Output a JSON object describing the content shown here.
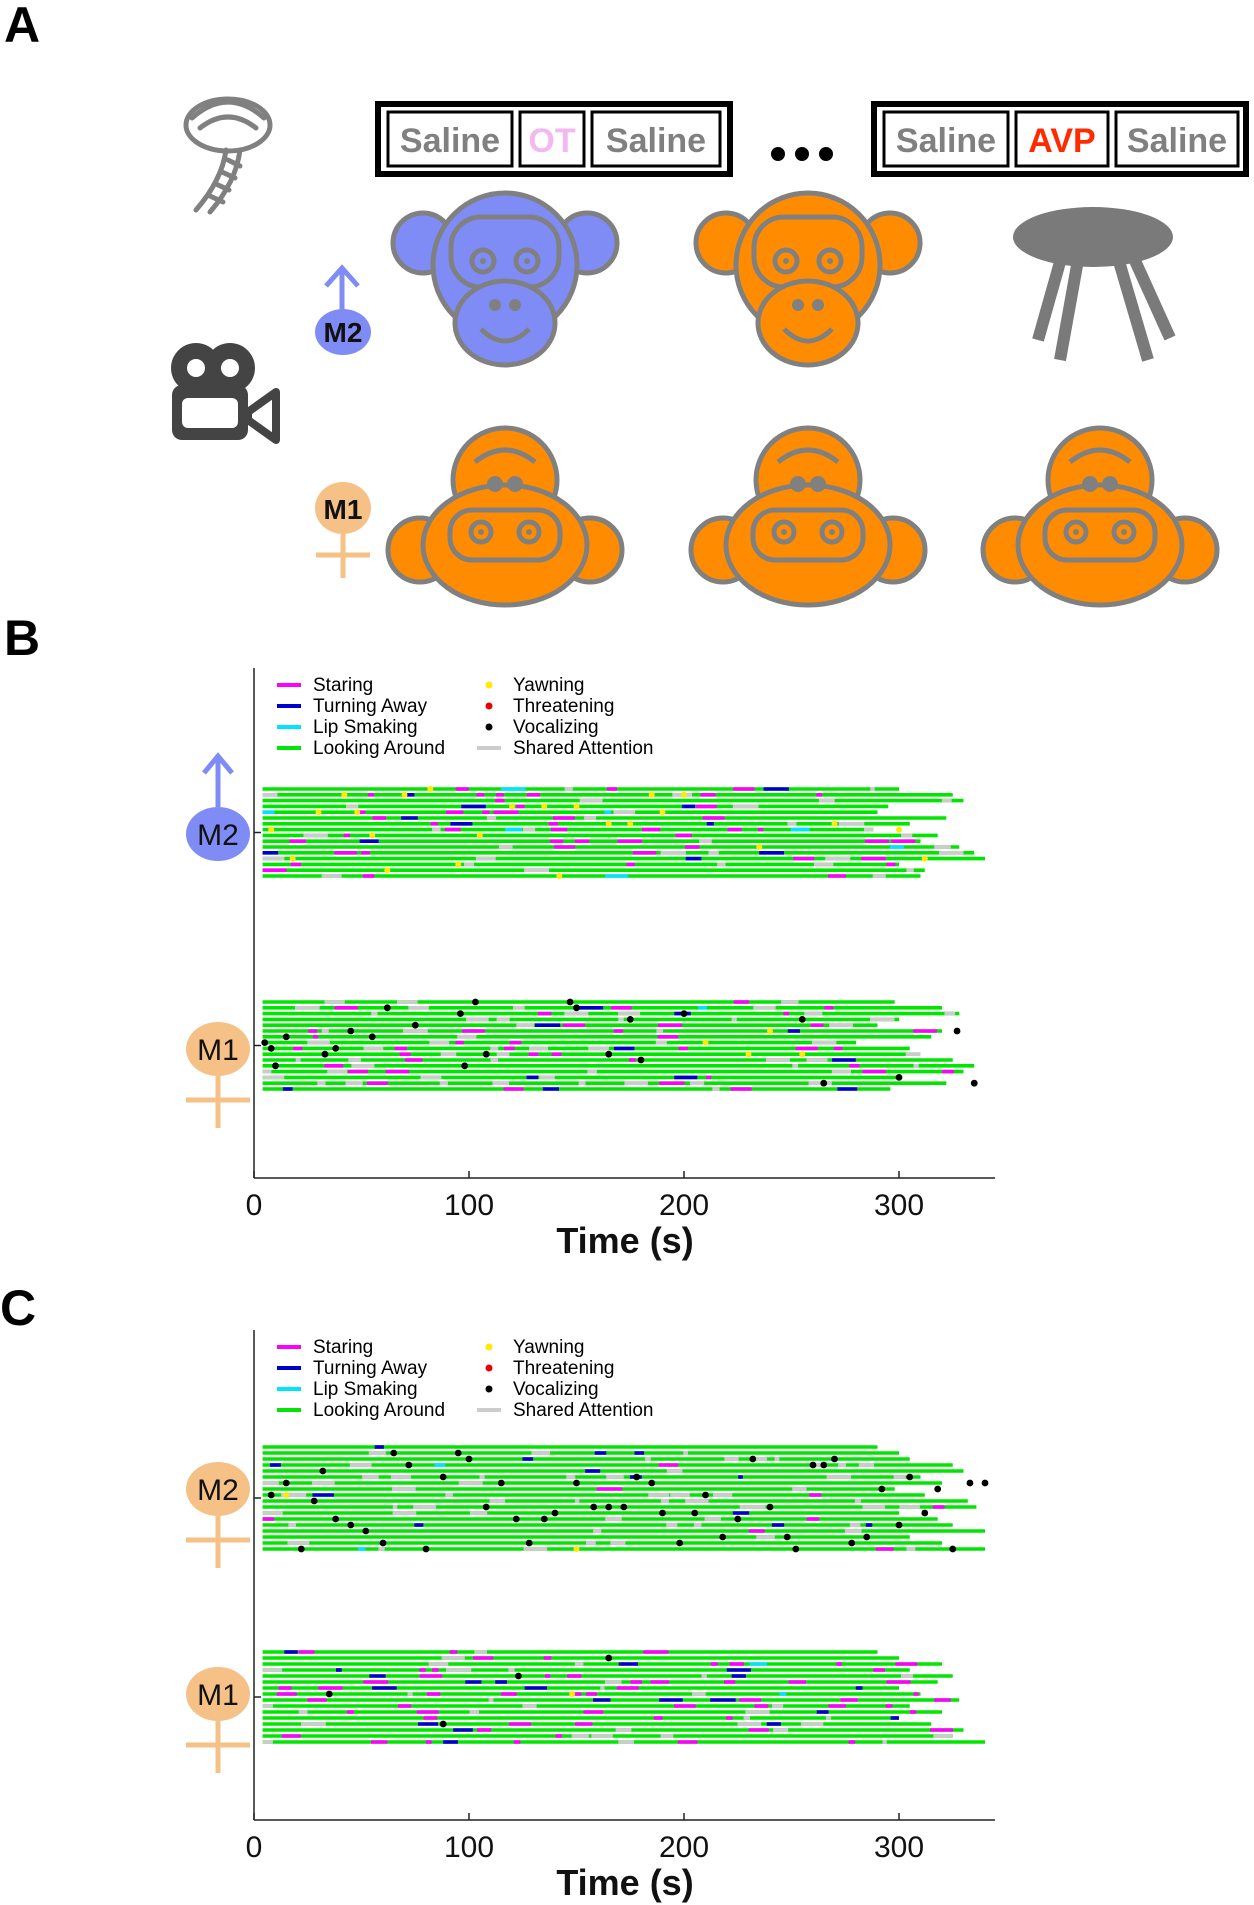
{
  "panel_labels": [
    "A",
    "B",
    "C"
  ],
  "panel_a": {
    "box1": [
      "Saline",
      "OT",
      "Saline"
    ],
    "box2": [
      "Saline",
      "AVP",
      "Saline"
    ],
    "ellipsis": "•••",
    "m2_label": "M2",
    "m1_label": "M1",
    "colors": {
      "saline_text": "#808080",
      "ot_text": "#f4b8f0",
      "avp_text": "#ff2a00",
      "male_blue": "#7f8cf6",
      "female_orange": "#f6c186",
      "monkey_orange": "#ff8c00",
      "monkey_outline": "#808080",
      "table_gray": "#7a7a7a",
      "camera_dark": "#444444"
    },
    "icons": [
      "injection-icon",
      "camera-icon",
      "male-symbol-icon",
      "female-symbol-icon",
      "monkey-icon",
      "table-icon"
    ]
  },
  "chart_data": [
    {
      "type": "raster",
      "panel": "B",
      "xlabel": "Time (s)",
      "xlim": [
        0,
        345
      ],
      "xticks": [
        0,
        100,
        200,
        300
      ],
      "legend_left": [
        "Staring",
        "Turning Away",
        "Lip Smaking",
        "Looking Around"
      ],
      "legend_right": [
        "Yawning",
        "Threatening",
        "Vocalizing",
        "Shared Attention"
      ],
      "legend_colors": {
        "Staring": "#ff00ff",
        "Turning Away": "#0000cc",
        "Lip Smaking": "#00e5ff",
        "Looking Around": "#00e600",
        "Yawning": "#ffea00",
        "Threatening": "#e60000",
        "Vocalizing": "#000000",
        "Shared Attention": "#cccccc"
      },
      "groups": [
        {
          "name": "M2",
          "symbol": "male",
          "num_rows": 16,
          "row_ends": [
            300,
            325,
            330,
            295,
            290,
            322,
            305,
            288,
            318,
            310,
            328,
            335,
            340,
            300,
            312,
            310
          ],
          "dominant": "Looking Around",
          "mix": {
            "Staring": 0.22,
            "Turning Away": 0.06,
            "Lip Smaking": 0.03,
            "Shared Attention": 0.15
          },
          "events": [
            {
              "behavior": "Yawning",
              "times": [
                8,
                18,
                30,
                42,
                48,
                55,
                62,
                70,
                82,
                95,
                105,
                120,
                135,
                142,
                150,
                165,
                175,
                185,
                190,
                200,
                235,
                270,
                300,
                312
              ]
            }
          ]
        },
        {
          "name": "M1",
          "symbol": "female",
          "num_rows": 16,
          "row_ends": [
            298,
            320,
            328,
            300,
            290,
            320,
            315,
            280,
            305,
            310,
            325,
            335,
            330,
            300,
            322,
            296
          ],
          "dominant": "Looking Around",
          "mix": {
            "Staring": 0.15,
            "Turning Away": 0.04,
            "Lip Smaking": 0.01,
            "Shared Attention": 0.25
          },
          "events": [
            {
              "behavior": "Vocalizing",
              "times": [
                5,
                8,
                10,
                15,
                33,
                38,
                45,
                55,
                62,
                75,
                96,
                98,
                103,
                108,
                147,
                150,
                165,
                175,
                180,
                200,
                255,
                265,
                300,
                327,
                335
              ]
            },
            {
              "behavior": "Yawning",
              "times": [
                210,
                230,
                240,
                255
              ]
            }
          ]
        }
      ]
    },
    {
      "type": "raster",
      "panel": "C",
      "xlabel": "Time (s)",
      "xlim": [
        0,
        345
      ],
      "xticks": [
        0,
        100,
        200,
        300
      ],
      "legend_left": [
        "Staring",
        "Turning Away",
        "Lip Smaking",
        "Looking Around"
      ],
      "legend_right": [
        "Yawning",
        "Threatening",
        "Vocalizing",
        "Shared Attention"
      ],
      "groups": [
        {
          "name": "M2",
          "symbol": "female",
          "num_rows": 18,
          "row_ends": [
            290,
            300,
            305,
            325,
            330,
            310,
            320,
            298,
            312,
            332,
            336,
            300,
            318,
            325,
            340,
            305,
            320,
            340
          ],
          "dominant": "Looking Around",
          "mix": {
            "Staring": 0.03,
            "Turning Away": 0.04,
            "Lip Smaking": 0.01,
            "Shared Attention": 0.2
          },
          "events": [
            {
              "behavior": "Vocalizing",
              "times": [
                8,
                15,
                22,
                28,
                32,
                38,
                45,
                52,
                60,
                65,
                72,
                80,
                88,
                95,
                100,
                108,
                115,
                122,
                128,
                135,
                140,
                150,
                158,
                165,
                172,
                178,
                185,
                190,
                198,
                205,
                210,
                218,
                225,
                232,
                240,
                248,
                252,
                260,
                265,
                270,
                278,
                285,
                292,
                300,
                305,
                312,
                318,
                325,
                333,
                340
              ]
            },
            {
              "behavior": "Yawning",
              "times": [
                15,
                150
              ]
            }
          ]
        },
        {
          "name": "M1",
          "symbol": "female",
          "num_rows": 16,
          "row_ends": [
            290,
            300,
            320,
            305,
            325,
            318,
            300,
            310,
            328,
            305,
            320,
            300,
            315,
            330,
            325,
            340
          ],
          "dominant": "Looking Around",
          "mix": {
            "Staring": 0.3,
            "Turning Away": 0.07,
            "Lip Smaking": 0.01,
            "Shared Attention": 0.12
          },
          "events": [
            {
              "behavior": "Vocalizing",
              "times": [
                35,
                88,
                123,
                165
              ]
            },
            {
              "behavior": "Yawning",
              "times": [
                148
              ]
            }
          ]
        }
      ]
    }
  ]
}
